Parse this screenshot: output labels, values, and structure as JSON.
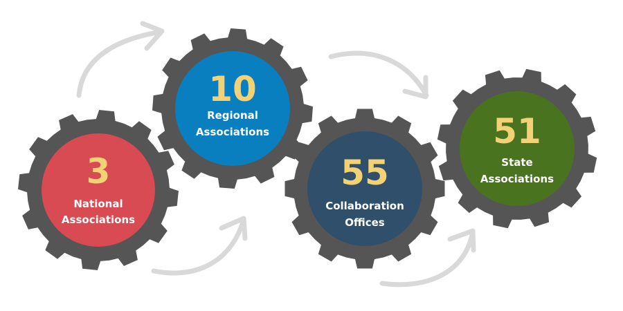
{
  "diagram": {
    "type": "gear-flow",
    "gear_color": "#555555",
    "number_color": "#f2d274",
    "label_color": "#ffffff",
    "arrow_color": "#d9d9d9",
    "background": "#ffffff",
    "gears": [
      {
        "id": "national",
        "number": "3",
        "label_lines": [
          "National",
          "Associations"
        ],
        "fill": "#d84b52"
      },
      {
        "id": "regional",
        "number": "10",
        "label_lines": [
          "Regional",
          "Associations"
        ],
        "fill": "#0a7fbf"
      },
      {
        "id": "collaboration",
        "number": "55",
        "label_lines": [
          "Collaboration",
          "Offices"
        ],
        "fill": "#2f4f6b"
      },
      {
        "id": "state",
        "number": "51",
        "label_lines": [
          "State",
          "Associations"
        ],
        "fill": "#4a7320"
      }
    ],
    "arrows": [
      {
        "id": "arrow-national-to-regional-top",
        "from": "national",
        "to": "regional"
      },
      {
        "id": "arrow-national-to-regional-bottom",
        "from": "national",
        "to": "regional"
      },
      {
        "id": "arrow-regional-to-collaboration",
        "from": "regional",
        "to": "collaboration"
      },
      {
        "id": "arrow-collaboration-to-state",
        "from": "collaboration",
        "to": "state"
      }
    ]
  }
}
